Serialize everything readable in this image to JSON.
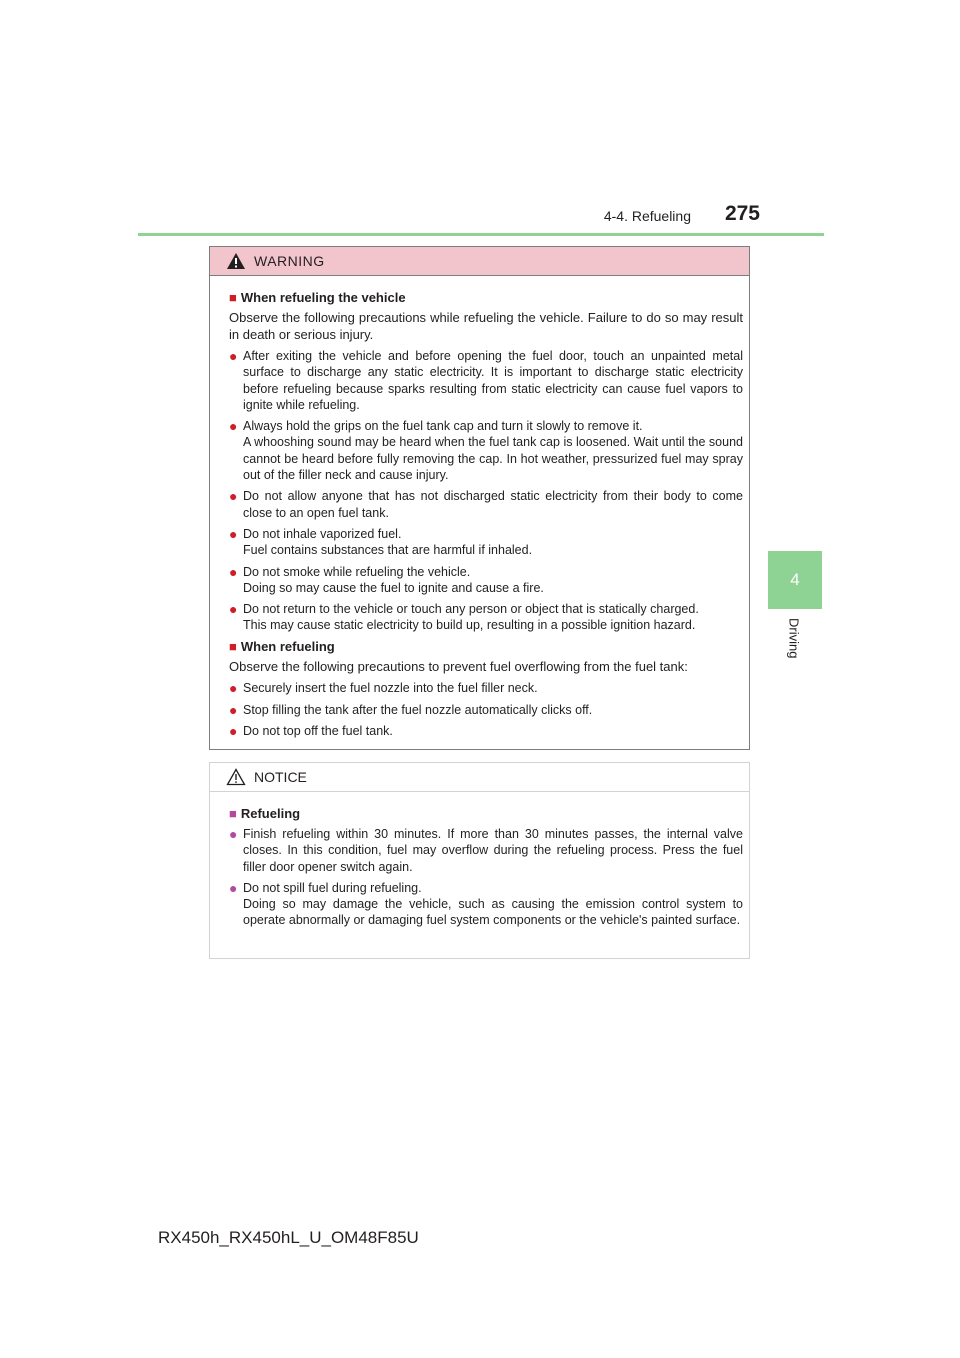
{
  "header": {
    "section": "4-4. Refueling",
    "page_number": "275"
  },
  "side_tab": {
    "number": "4",
    "label": "Driving"
  },
  "warning": {
    "title": "WARNING",
    "sections": [
      {
        "heading": "When refueling the vehicle",
        "intro": "Observe the following precautions while refueling the vehicle. Failure to do so may result in death or serious injury.",
        "bullets": [
          "After exiting the vehicle and before opening the fuel door, touch an unpainted metal surface to discharge any static electricity. It is important to discharge static electricity before refueling because sparks resulting from static electricity can cause fuel vapors to ignite while refueling.",
          "Always hold the grips on the fuel tank cap and turn it slowly to remove it.",
          "A whooshing sound may be heard when the fuel tank cap is loosened. Wait until the sound cannot be heard before fully removing the cap. In hot weather, pressurized fuel may spray out of the filler neck and cause injury.",
          "Do not allow anyone that has not discharged static electricity from their body to come close to an open fuel tank.",
          "Do not inhale vaporized fuel.",
          "Fuel contains substances that are harmful if inhaled.",
          "Do not smoke while refueling the vehicle.",
          "Doing so may cause the fuel to ignite and cause a fire.",
          "Do not return to the vehicle or touch any person or object that is statically charged.",
          "This may cause static electricity to build up, resulting in a possible ignition hazard."
        ]
      },
      {
        "heading": "When refueling",
        "intro": "Observe the following precautions to prevent fuel overflowing from the fuel tank:",
        "bullets": [
          "Securely insert the fuel nozzle into the fuel filler neck.",
          "Stop filling the tank after the fuel nozzle automatically clicks off.",
          "Do not top off the fuel tank."
        ]
      }
    ]
  },
  "notice": {
    "title": "NOTICE",
    "sections": [
      {
        "heading": "Refueling",
        "bullets": [
          "Finish refueling within 30 minutes. If more than 30 minutes passes, the internal valve closes. In this condition, fuel may overflow during the refueling process. Press the fuel filler door opener switch again.",
          "Do not spill fuel during refueling.",
          "Doing so may damage the vehicle, such as causing the emission control system to operate abnormally or damaging fuel system components or the vehicle's painted surface."
        ]
      }
    ]
  },
  "footer": {
    "code": "RX450h_RX450hL_U_OM48F85U"
  },
  "colors": {
    "accent_green": "#8fd394",
    "warning_header_bg": "#f2c4cb",
    "warning_bullet": "#cc1f2a",
    "notice_bullet": "#b34a9a"
  }
}
